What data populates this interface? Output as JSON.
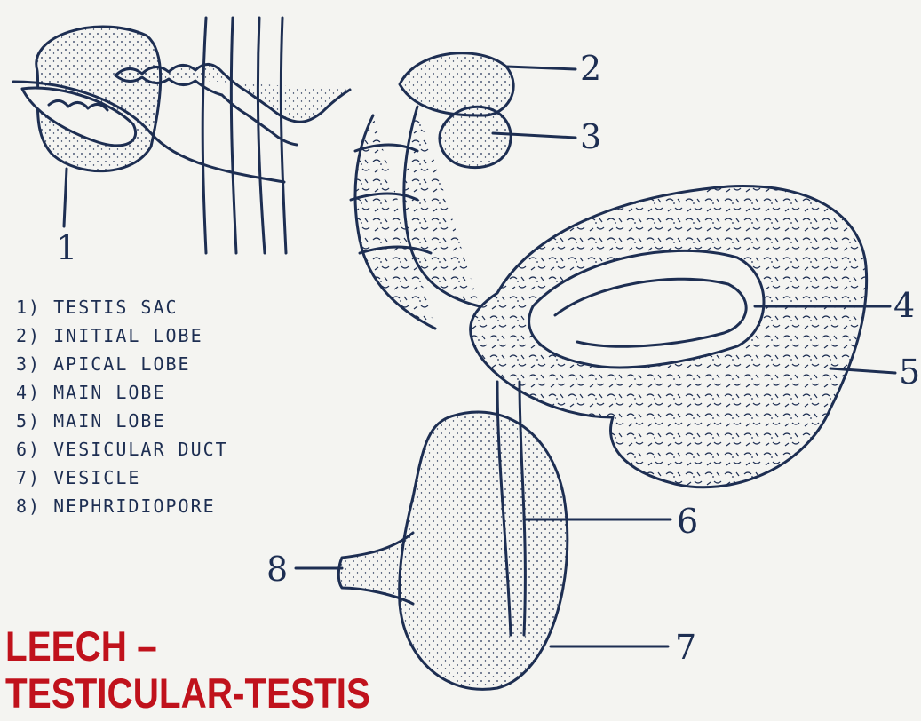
{
  "title": {
    "line1": "LEECH –",
    "line2": "TESTICULAR-TESTIS"
  },
  "legend": [
    "1) TESTIS SAC",
    "2) INITIAL LOBE",
    "3) APICAL LOBE",
    "4) MAIN LOBE",
    "5) MAIN LOBE",
    "6) VESICULAR DUCT",
    "7) VESICLE",
    "8) NEPHRIDIOPORE"
  ],
  "callouts": [
    "1",
    "2",
    "3",
    "4",
    "5",
    "6",
    "7",
    "8"
  ],
  "colors": {
    "ink": "#1d2e52",
    "title": "#c0121c",
    "paper": "#f4f4f1"
  }
}
